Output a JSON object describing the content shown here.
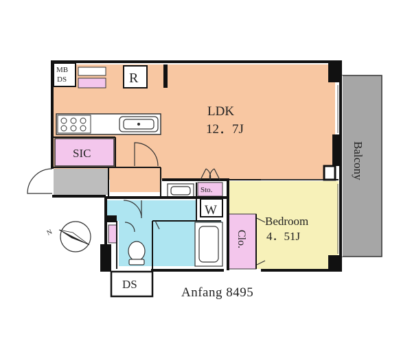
{
  "rooms": {
    "ldk_label": "LDK",
    "ldk_size": "12．7J",
    "bedroom_label": "Bedroom",
    "bedroom_size": "4．51J",
    "sic_label": "SIC",
    "closet_label": "Clo.",
    "storage_label": "Sto.",
    "washer_label": "W",
    "balcony_label": "Balcony",
    "mbds_line1": "MB",
    "mbds_line2": "DS",
    "ds_label": "DS",
    "fridge_label": "R"
  },
  "caption": "Anfang 8495",
  "colors": {
    "ldk": "#f8c7a2",
    "bedroom": "#f7f1b9",
    "wet_area": "#aee5f1",
    "storage": "#f3c6ec",
    "balcony": "#a6a6a6",
    "entry": "#bdbdbd",
    "wall": "#111111"
  }
}
